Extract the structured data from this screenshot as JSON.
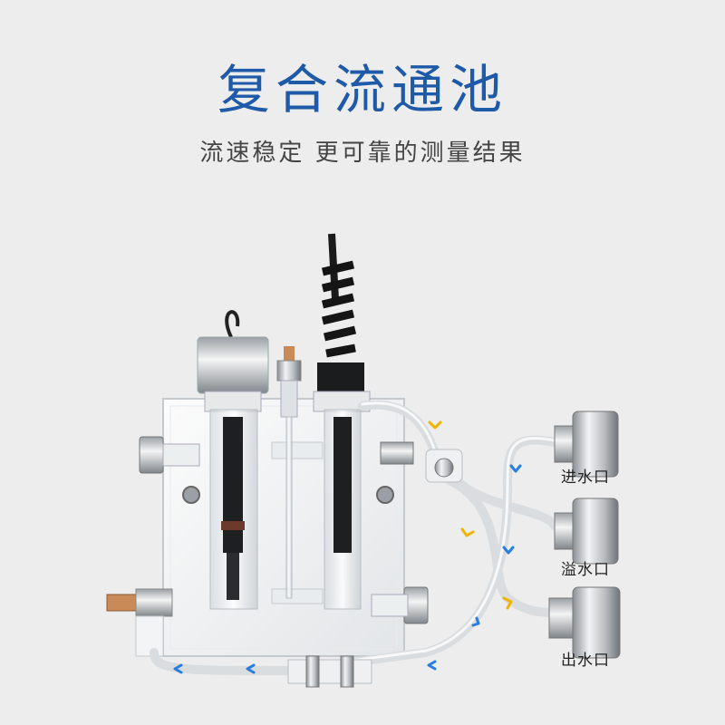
{
  "title": "复合流通池",
  "subtitle": "流速稳定 更可靠的测量结果",
  "ports": {
    "inlet": "进水口",
    "overflow": "溢水口",
    "outlet": "出水口"
  },
  "colors": {
    "title": "#1e5aa8",
    "flow_in_arrow": "#f0b400",
    "flow_out_arrow": "#2a7de1",
    "background": "#ededed"
  }
}
